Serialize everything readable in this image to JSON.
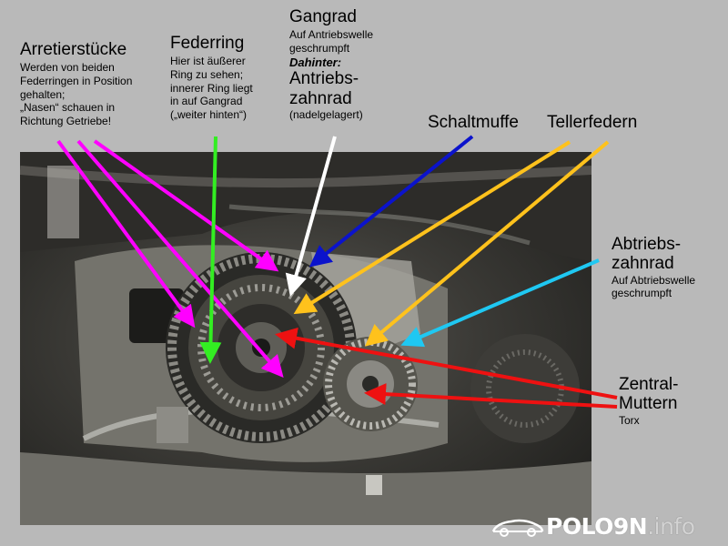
{
  "labels": {
    "arretier": {
      "title": "Arretierstücke",
      "lines": [
        "Werden von beiden",
        "Federringen in Position",
        "gehalten;",
        "„Nasen“ schauen in",
        "Richtung Getriebe!"
      ]
    },
    "federring": {
      "title": "Federring",
      "lines": [
        "Hier ist äußerer",
        "Ring zu sehen;",
        "innerer Ring liegt",
        "in auf Gangrad",
        "(„weiter hinten“)"
      ]
    },
    "gangrad": {
      "title": "Gangrad",
      "lines": [
        "Auf Antriebswelle",
        "geschrumpft"
      ],
      "emph": "Dahinter:",
      "title2_line1": "Antriebs-",
      "title2_line2": "zahnrad",
      "note": "(nadelgelagert)"
    },
    "schaltmuffe": {
      "title": "Schaltmuffe"
    },
    "tellerfedern": {
      "title": "Tellerfedern"
    },
    "abtrieb": {
      "title_line1": "Abtriebs-",
      "title_line2": "zahnrad",
      "lines": [
        "Auf Abtriebswelle",
        "geschrumpft"
      ]
    },
    "zentral": {
      "title_line1": "Zentral-",
      "title_line2": "Muttern",
      "sub": "Torx"
    }
  },
  "colors": {
    "arretier": "#ff00ff",
    "federring": "#33ee22",
    "gangrad": "#ffffff",
    "schaltmuffe": "#0b13cc",
    "tellerfedern": "#ffc21c",
    "abtrieb": "#1fc8f2",
    "zentral": "#ee1111"
  },
  "logo": {
    "brand": "POLO9N",
    "tld": ".info",
    "icon": "car-icon"
  }
}
